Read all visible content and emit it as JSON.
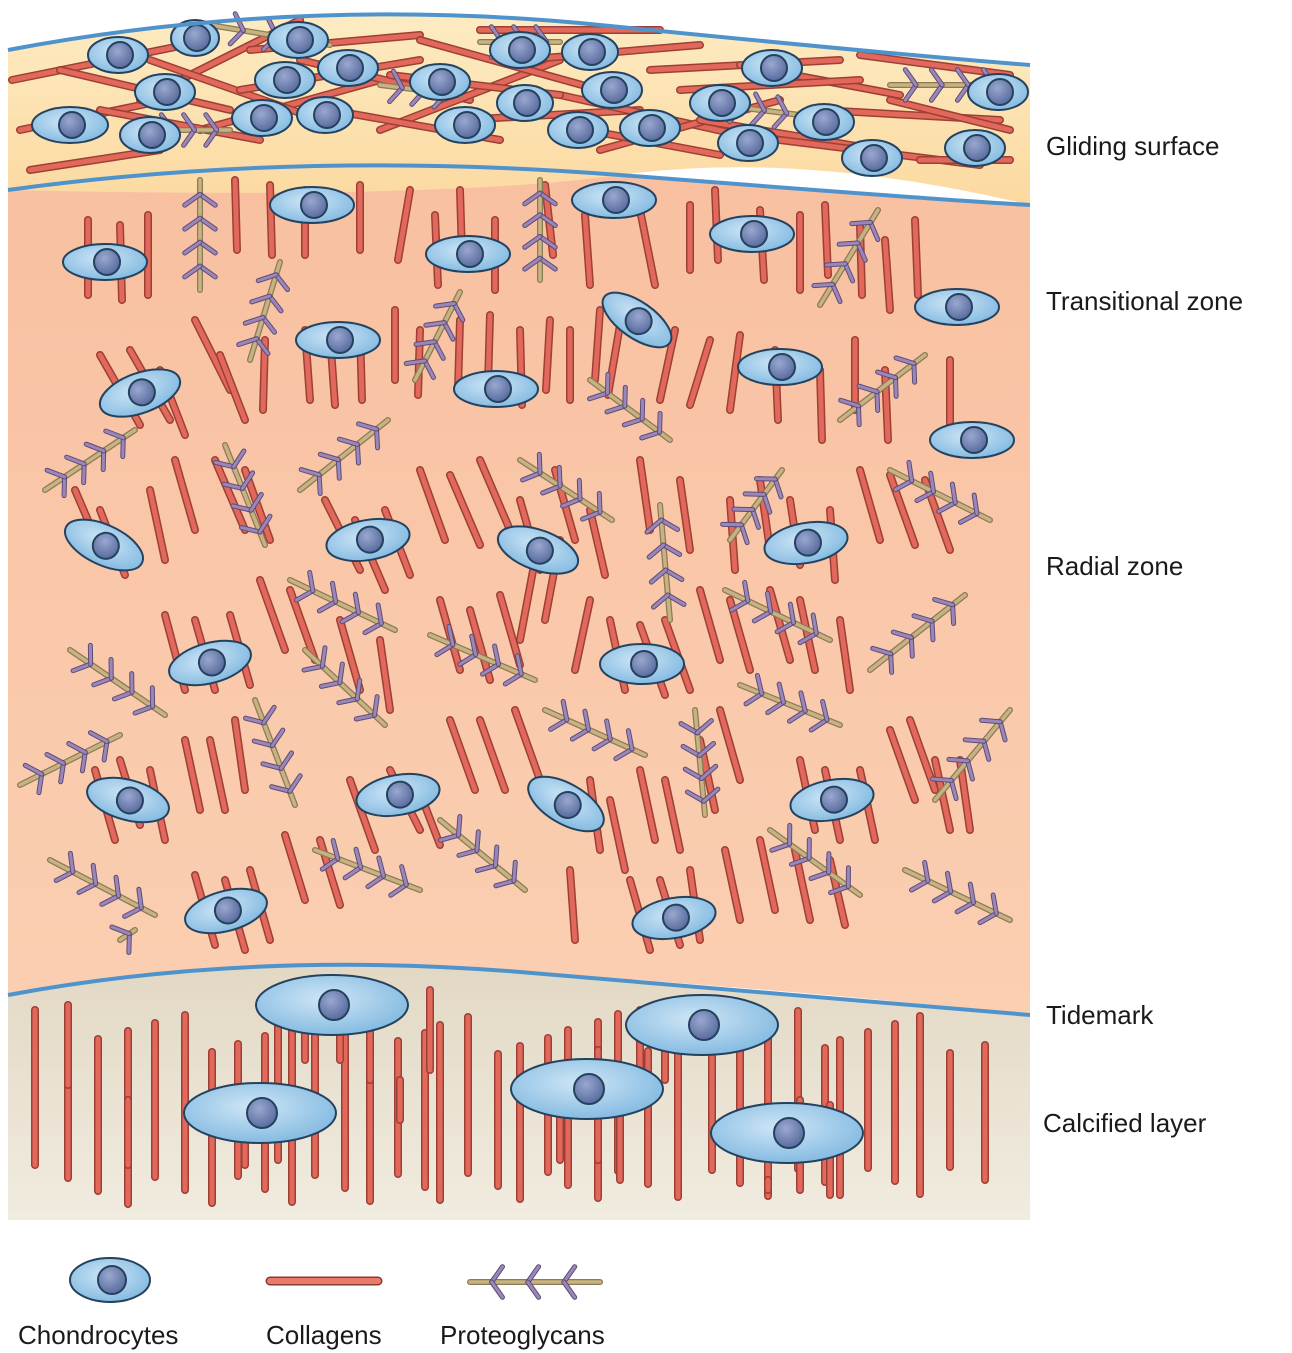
{
  "zones": {
    "gliding_surface": "Gliding surface",
    "transitional_zone": "Transitional zone",
    "radial_zone": "Radial zone",
    "tidemark": "Tidemark",
    "calcified_layer": "Calcified layer"
  },
  "legend": {
    "chondrocytes": "Chondrocytes",
    "collagens": "Collagens",
    "proteoglycans": "Proteoglycans"
  },
  "colors": {
    "gliding_fill": "#fde3b0",
    "matrix_fill": "#f9c4a2",
    "calcified_fill": "#e6ddca",
    "membrane": "#4f93cc",
    "cell_fill": "#8cc3e6",
    "nucleus_fill": "#6d82b2",
    "collagen": "#e2685b",
    "proteoglycan_stem": "#c8b282",
    "proteoglycan_branch": "#9b86b8"
  },
  "icons": [
    "chondrocyte-icon",
    "collagen-icon",
    "proteoglycan-icon"
  ]
}
